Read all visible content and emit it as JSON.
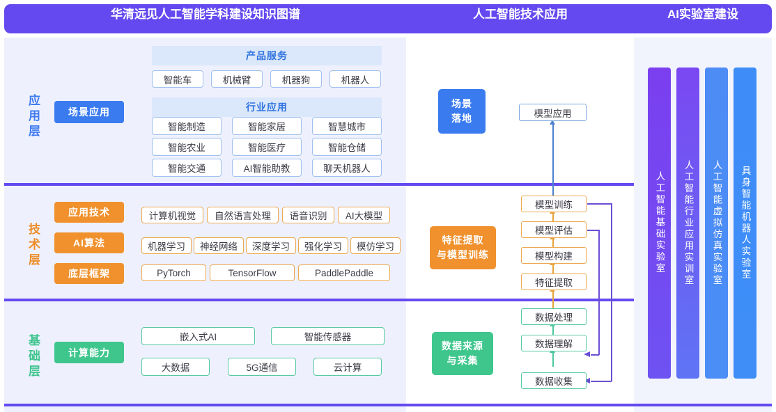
{
  "header": {
    "titles": [
      "华清远见人工智能学科建设知识图谱",
      "人工智能技术应用",
      "AI实验室建设"
    ],
    "bar_color": "#6449f0"
  },
  "layers": [
    {
      "key": "application",
      "label": "应用层",
      "accent": "#3e7af0",
      "pill": "场景应用",
      "sections": [
        {
          "banner": "产品服务",
          "items": [
            "智能车",
            "机械臂",
            "机器狗",
            "机器人"
          ]
        },
        {
          "banner": "行业应用",
          "items": [
            "智能制造",
            "智能家居",
            "智慧城市",
            "智能农业",
            "智能医疗",
            "智能仓储",
            "智能交通",
            "AI智能助教",
            "聊天机器人"
          ]
        }
      ]
    },
    {
      "key": "technology",
      "label": "技术层",
      "accent": "#ef8c26",
      "rows": [
        {
          "pill": "应用技术",
          "items": [
            "计算机视觉",
            "自然语言处理",
            "语音识别",
            "AI大模型"
          ]
        },
        {
          "pill": "AI算法",
          "items": [
            "机器学习",
            "神经网络",
            "深度学习",
            "强化学习",
            "模仿学习"
          ]
        },
        {
          "pill": "底层框架",
          "items": [
            "PyTorch",
            "TensorFlow",
            "PaddlePaddle"
          ]
        }
      ]
    },
    {
      "key": "foundation",
      "label": "基础层",
      "accent": "#3ec48d",
      "pill": "计算能力",
      "rows": [
        [
          "嵌入式AI",
          "智能传感器"
        ],
        [
          "大数据",
          "5G通信",
          "云计算"
        ]
      ]
    }
  ],
  "middle": {
    "stages": [
      {
        "key": "scene",
        "title": "场景落地",
        "lines": [
          "场景",
          "落地"
        ],
        "color": "#3a7bf0"
      },
      {
        "key": "training",
        "title": "特征提取与模型训练",
        "lines": [
          "特征提取",
          "与模型训练"
        ],
        "color": "#f0912e"
      },
      {
        "key": "data",
        "title": "数据来源与采集",
        "lines": [
          "数据来源",
          "与采集"
        ],
        "color": "#3fc68d"
      }
    ],
    "flow": {
      "application": [
        "模型应用"
      ],
      "technology": [
        "模型训练",
        "模型评估",
        "模型构建",
        "特征提取"
      ],
      "foundation": [
        "数据处理",
        "数据理解",
        "数据收集"
      ]
    },
    "feedback": [
      {
        "from": "模型训练",
        "to": "数据收集"
      },
      {
        "from": "模型评估",
        "to": "数据理解"
      }
    ],
    "colors": {
      "application_flow": "#4a82cf",
      "technology_flow": "#e8a33c",
      "foundation_flow": "#4cc7a0",
      "feedback": "#6b4fd4"
    }
  },
  "labs": [
    {
      "name": "人工智能基础实验室",
      "color_start": "#7b3ff0",
      "color_end": "#6e52f2"
    },
    {
      "name": "人工智能行业应用实训室",
      "color_start": "#7a48f2",
      "color_end": "#5f74f5"
    },
    {
      "name": "人工智能虚拟仿真实验室",
      "color_start": "#4d8bf5",
      "color_end": "#4a8ef6"
    },
    {
      "name": "具身智能机器人实验室",
      "color_start": "#3d8cf7",
      "color_end": "#3f8ef8"
    }
  ]
}
